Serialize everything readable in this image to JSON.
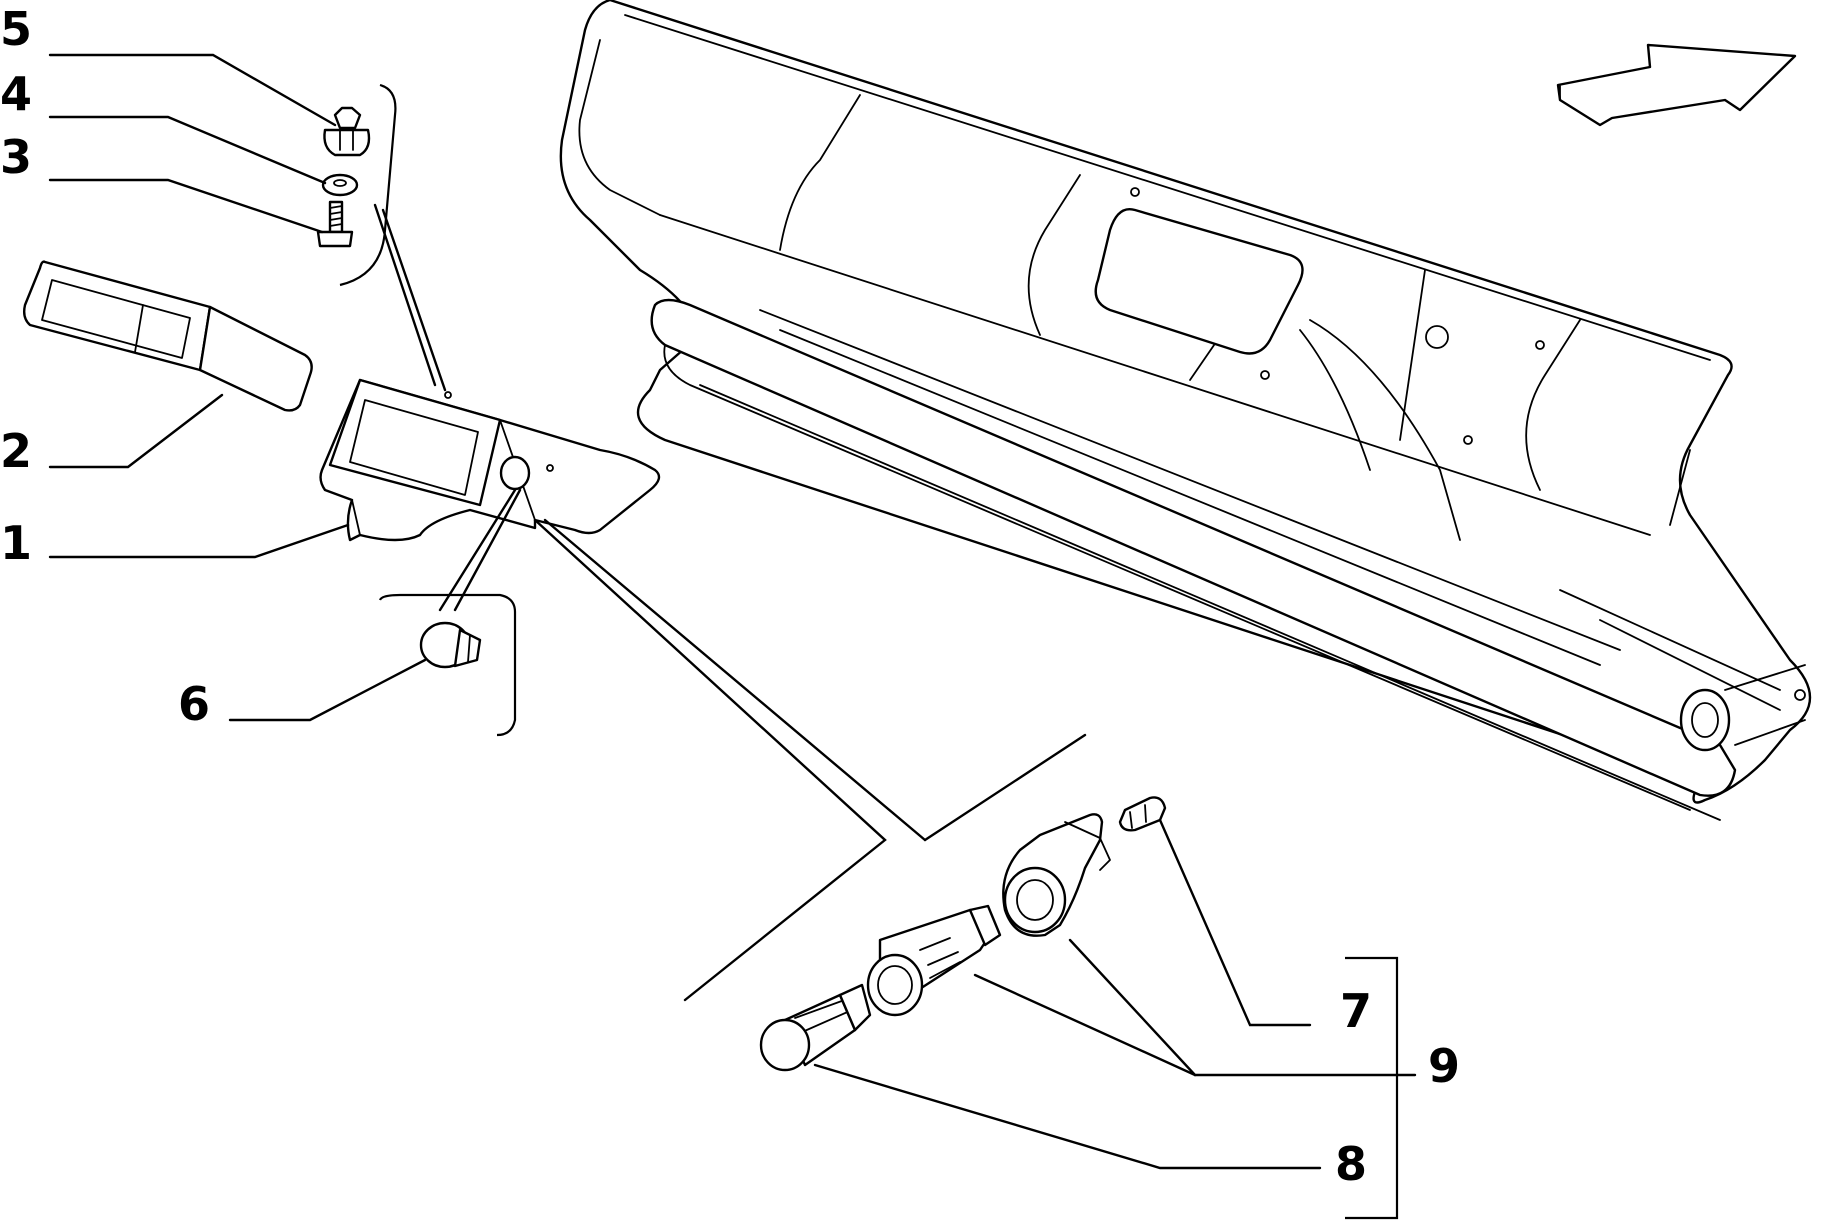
{
  "callouts": {
    "c1": "1",
    "c2": "2",
    "c3": "3",
    "c4": "4",
    "c5": "5",
    "c6": "6",
    "c7": "7",
    "c8": "8",
    "c9": "9"
  },
  "icons": {
    "direction_arrow": "direction-arrow-icon"
  },
  "colors": {
    "line": "#000000",
    "background": "#ffffff"
  }
}
